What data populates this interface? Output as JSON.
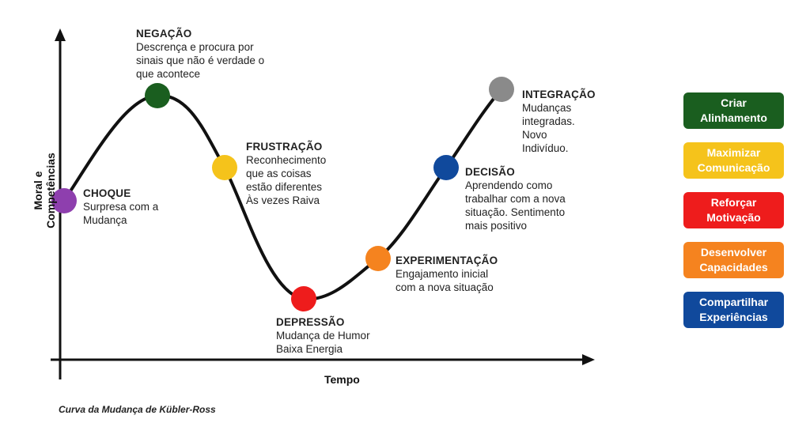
{
  "stages": {
    "choque": {
      "title": "CHOQUE",
      "desc": "Surpresa com a\nMudança",
      "color": "#8e3fae"
    },
    "negacao": {
      "title": "NEGAÇÃO",
      "desc": "Descrença e procura por\nsinais que não é verdade o\nque acontece",
      "color": "#1a5e1f"
    },
    "frustracao": {
      "title": "FRUSTRAÇÃO",
      "desc": "Reconhecimento\nque as coisas\nestão diferentes\nÀs vezes Raiva",
      "color": "#f5c31b"
    },
    "depressao": {
      "title": "DEPRESSÃO",
      "desc": "Mudança de Humor\nBaixa Energia",
      "color": "#ee1c1c"
    },
    "experimentacao": {
      "title": "EXPERIMENTAÇÃO",
      "desc": "Engajamento inicial\ncom a nova situação",
      "color": "#f5831f"
    },
    "decisao": {
      "title": "DECISÃO",
      "desc": "Aprendendo como\ntrabalhar com a nova\nsituação. Sentimento\nmais positivo",
      "color": "#10499c"
    },
    "integracao": {
      "title": "INTEGRAÇÃO",
      "desc": "Mudanças\nintegradas.\nNovo\nIndivíduo.",
      "color": "#8a8a8a"
    }
  },
  "axes": {
    "y_label": "Moral e Competências",
    "x_label": "Tempo"
  },
  "caption": "Curva da Mudança de Kübler-Ross",
  "actions": [
    {
      "label": "Criar\nAlinhamento",
      "color": "#1a5e1f"
    },
    {
      "label": "Maximizar\nComunicação",
      "color": "#f5c31b"
    },
    {
      "label": "Reforçar\nMotivação",
      "color": "#ee1c1c"
    },
    {
      "label": "Desenvolver\nCapacidades",
      "color": "#f5831f"
    },
    {
      "label": "Compartilhar\nExperiências",
      "color": "#10499c"
    }
  ]
}
